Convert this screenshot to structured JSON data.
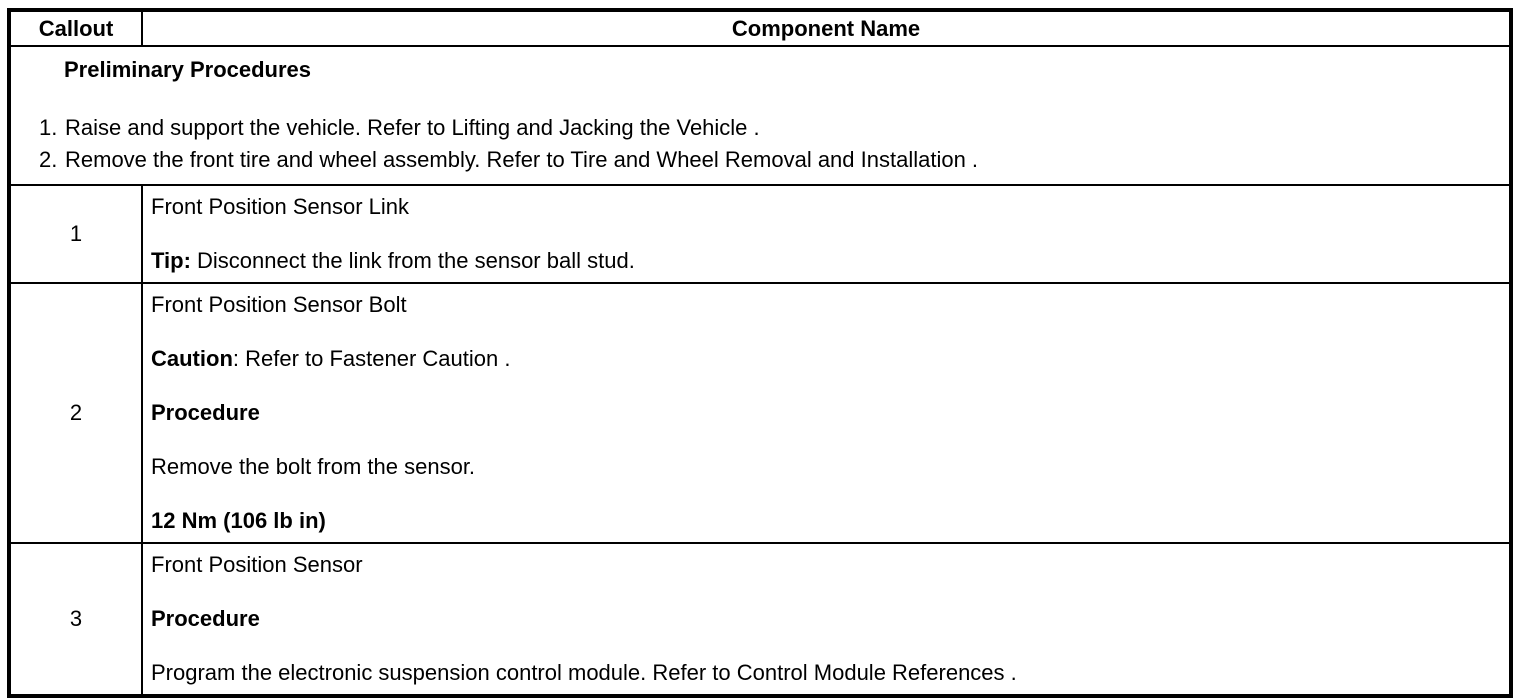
{
  "header": {
    "callout_label": "Callout",
    "component_label": "Component Name"
  },
  "preliminary": {
    "title": "Preliminary Procedures",
    "steps": [
      {
        "num": "1.",
        "text": "Raise and support the vehicle. Refer to Lifting and Jacking the Vehicle ."
      },
      {
        "num": "2.",
        "text": "Remove the front tire and wheel assembly. Refer to Tire and Wheel Removal and Installation ."
      }
    ]
  },
  "rows": [
    {
      "callout": "1",
      "paragraphs": [
        {
          "bold": "",
          "text": "Front Position Sensor Link"
        },
        {
          "bold": "Tip:",
          "text": " Disconnect the link from the sensor ball stud."
        }
      ]
    },
    {
      "callout": "2",
      "paragraphs": [
        {
          "bold": "",
          "text": "Front Position Sensor Bolt"
        },
        {
          "bold": "Caution",
          "text": ": Refer to Fastener Caution ."
        },
        {
          "bold": "Procedure",
          "text": ""
        },
        {
          "bold": "",
          "text": "Remove the bolt from the sensor."
        },
        {
          "bold": "12 Nm (106 lb in)",
          "text": ""
        }
      ]
    },
    {
      "callout": "3",
      "paragraphs": [
        {
          "bold": "",
          "text": "Front Position Sensor"
        },
        {
          "bold": "Procedure",
          "text": ""
        },
        {
          "bold": "",
          "text": "Program the electronic suspension control module. Refer to Control Module References ."
        }
      ]
    }
  ],
  "colors": {
    "border": "#000000",
    "text": "#000000",
    "background": "#ffffff"
  }
}
